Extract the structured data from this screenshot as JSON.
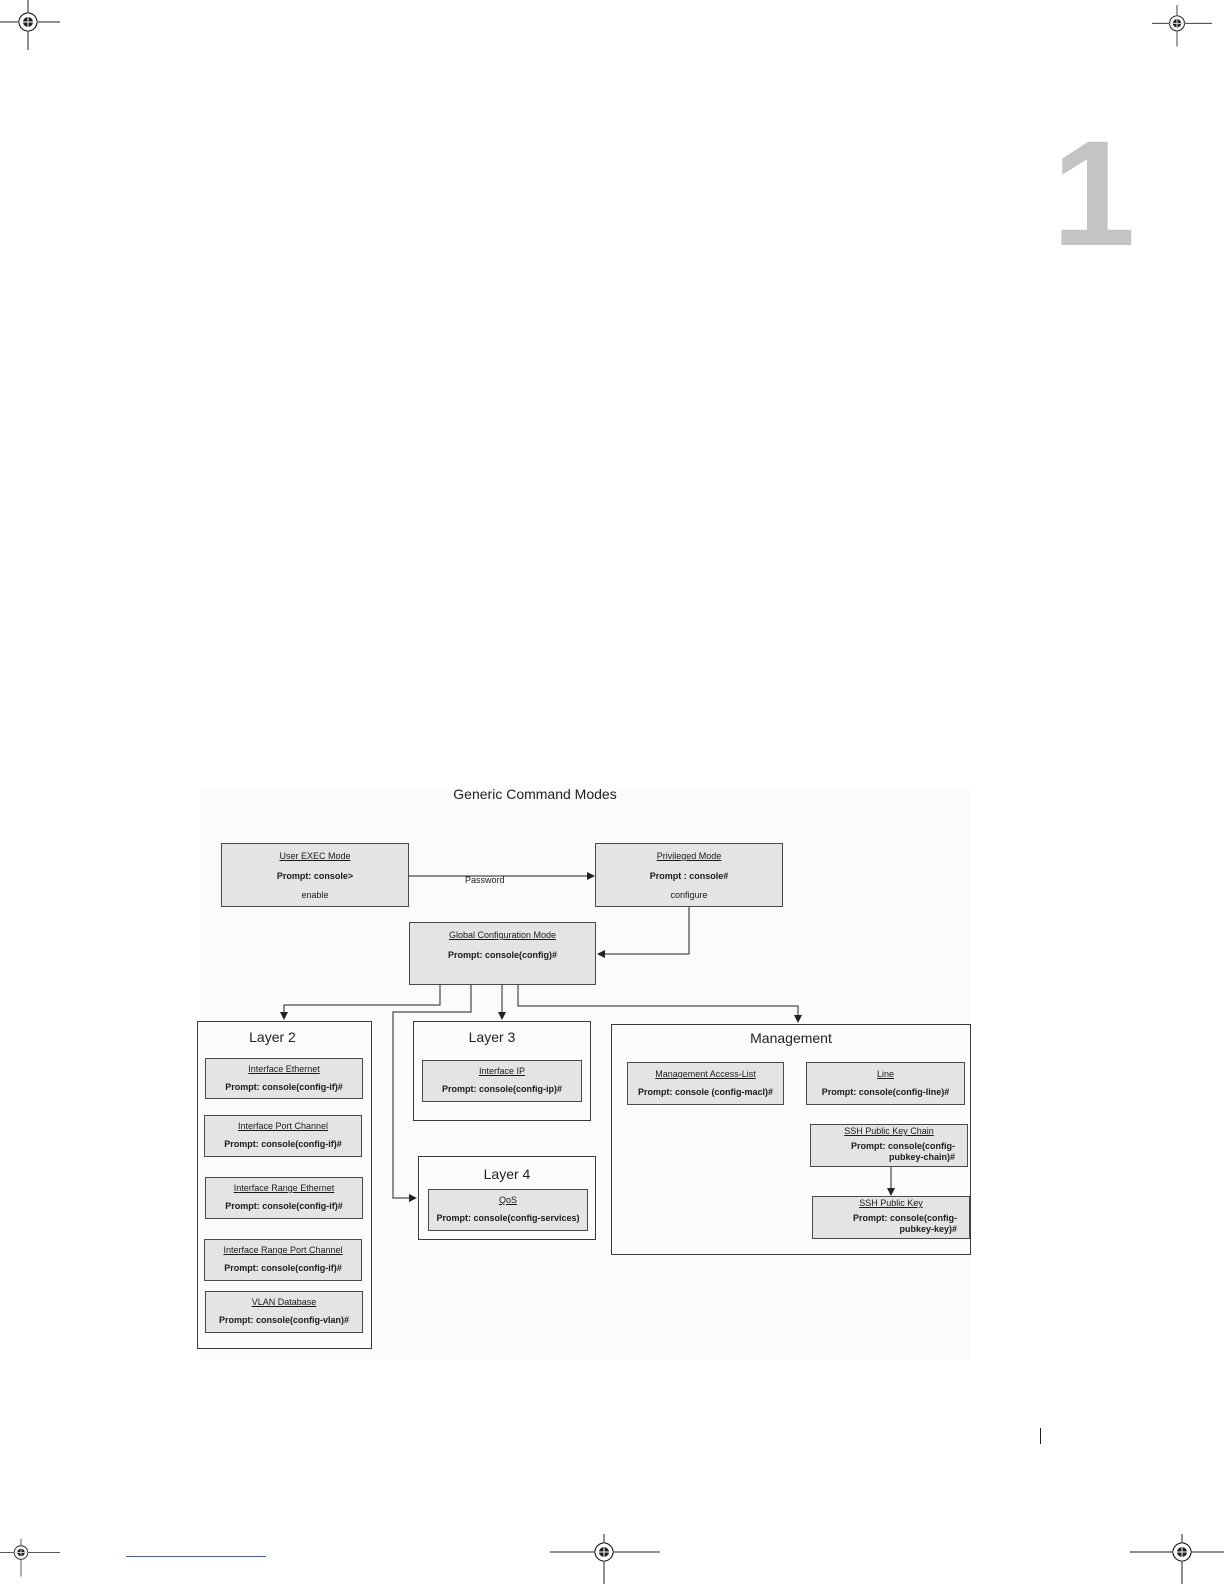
{
  "chapter": {
    "number": "1"
  },
  "figure": {
    "title": "Generic Command Modes",
    "modes": {
      "user_exec": {
        "name": "User EXEC Mode",
        "prompt": "Prompt: console>",
        "command": "enable"
      },
      "privileged": {
        "name": "Privileged Mode",
        "prompt": "Prompt : console#",
        "command": "configure"
      },
      "global_config": {
        "name": "Global Configuration Mode",
        "prompt": "Prompt:  console(config)#"
      }
    },
    "edge_label": "Password",
    "groups": {
      "layer2": {
        "title": "Layer 2",
        "modes": [
          {
            "name": "Interface Ethernet",
            "prompt": "Prompt: console(config-if)#"
          },
          {
            "name": "Interface Port Channel",
            "prompt": "Prompt: console(config-if)#"
          },
          {
            "name": "Interface Range Ethernet",
            "prompt": "Prompt: console(config-if)#"
          },
          {
            "name": "Interface Range Port Channel",
            "prompt": "Prompt: console(config-if)#"
          },
          {
            "name": "VLAN Database",
            "prompt": "Prompt: console(config-vlan)#"
          }
        ]
      },
      "layer3": {
        "title": "Layer 3",
        "modes": [
          {
            "name": "Interface IP",
            "prompt": "Prompt: console(config-ip)#"
          }
        ]
      },
      "layer4": {
        "title": "Layer 4",
        "modes": [
          {
            "name": "QoS",
            "prompt": "Prompt: console(config-services)"
          }
        ]
      },
      "management": {
        "title": "Management",
        "modes": [
          {
            "name": "Management Access-List",
            "prompt": "Prompt: console (config-macl)#"
          },
          {
            "name": "Line",
            "prompt": "Prompt: console(config-line)#"
          },
          {
            "name": "SSH Public Key Chain",
            "prompt": "Prompt: console(config-pubkey-chain)#"
          },
          {
            "name": "SSH Public Key",
            "prompt": "Prompt: console(config-pubkey-key)#"
          }
        ]
      }
    }
  }
}
